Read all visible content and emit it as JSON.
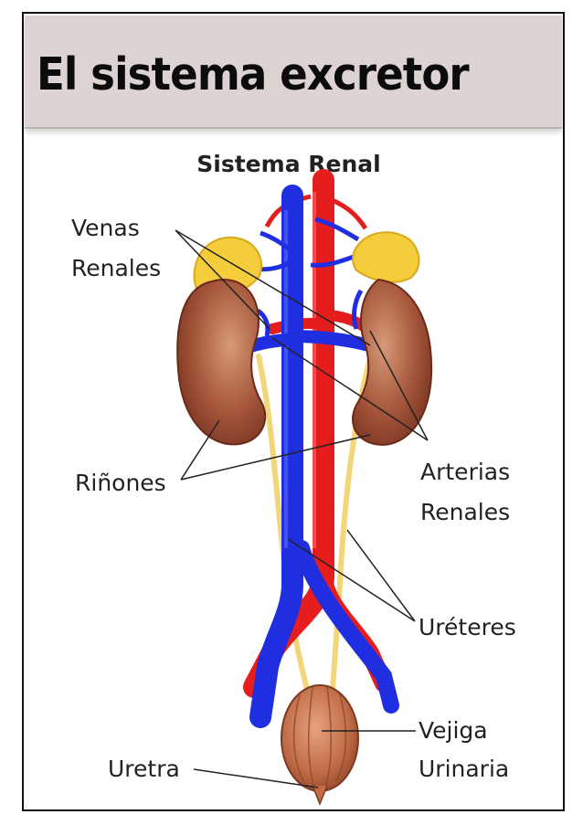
{
  "banner": {
    "title": "El sistema excretor"
  },
  "diagram": {
    "heading": "Sistema Renal",
    "labels": {
      "venas_1": "Venas",
      "venas_2": "Renales",
      "rinones": "Riñones",
      "arterias_1": "Arterias",
      "arterias_2": "Renales",
      "ureteres": "Uréteres",
      "vejiga_1": "Vejiga",
      "vejiga_2": "Urinaria",
      "uretra": "Uretra"
    },
    "colors": {
      "vein": "#1f2ee0",
      "artery": "#e51d1d",
      "kidney": "#9a4a2e",
      "adrenal": "#f4cc3c",
      "ureter": "#f2d67a",
      "bladder": "#c9714a"
    }
  }
}
